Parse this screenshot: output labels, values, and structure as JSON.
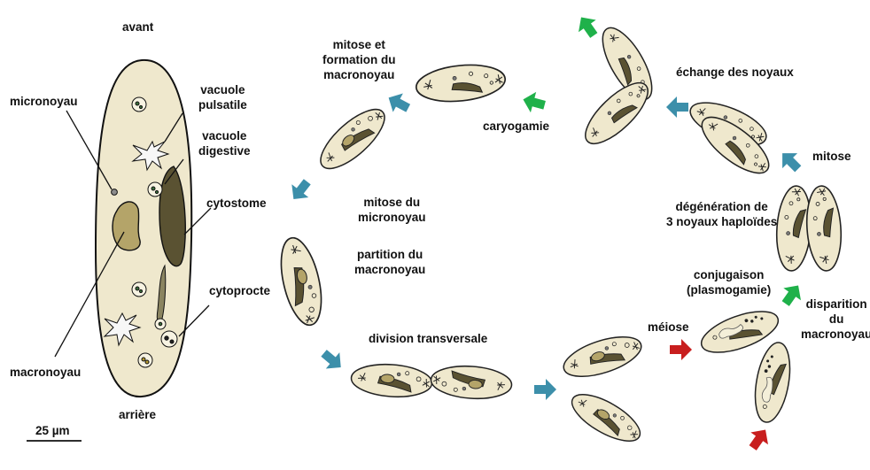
{
  "labels": {
    "avant": "avant",
    "arriere": "arrière",
    "micronoyau": "micronoyau",
    "vacuole_pulsatile": [
      "vacuole",
      "pulsatile"
    ],
    "vacuole_digestive": [
      "vacuole",
      "digestive"
    ],
    "cytostome": "cytostome",
    "cytoprocte": "cytoprocte",
    "macronoyau": "macronoyau",
    "scale": "25 µm",
    "mitose_formation": [
      "mitose et",
      "formation du",
      "macronoyau"
    ],
    "mitose_micronoyau": [
      "mitose du",
      "micronoyau"
    ],
    "partition": [
      "partition du",
      "macronoyau"
    ],
    "division": "division transversale",
    "caryogamie": "caryogamie",
    "echange": "échange des noyaux",
    "mitose": "mitose",
    "degenerescence": [
      "dégénération de",
      "3 noyaux haploïdes"
    ],
    "conjugaison": [
      "conjugaison",
      "(plasmogamie)"
    ],
    "disparition": [
      "disparition",
      "du",
      "macronoyau"
    ],
    "meiose": "méiose"
  },
  "colors": {
    "cell_fill": "#efe8cd",
    "macronucleus": "#b4a469",
    "cytostome": "#5a5232",
    "arrow_teal": "#3c8faa",
    "arrow_green": "#1fb14a",
    "arrow_red": "#c81e1e"
  }
}
